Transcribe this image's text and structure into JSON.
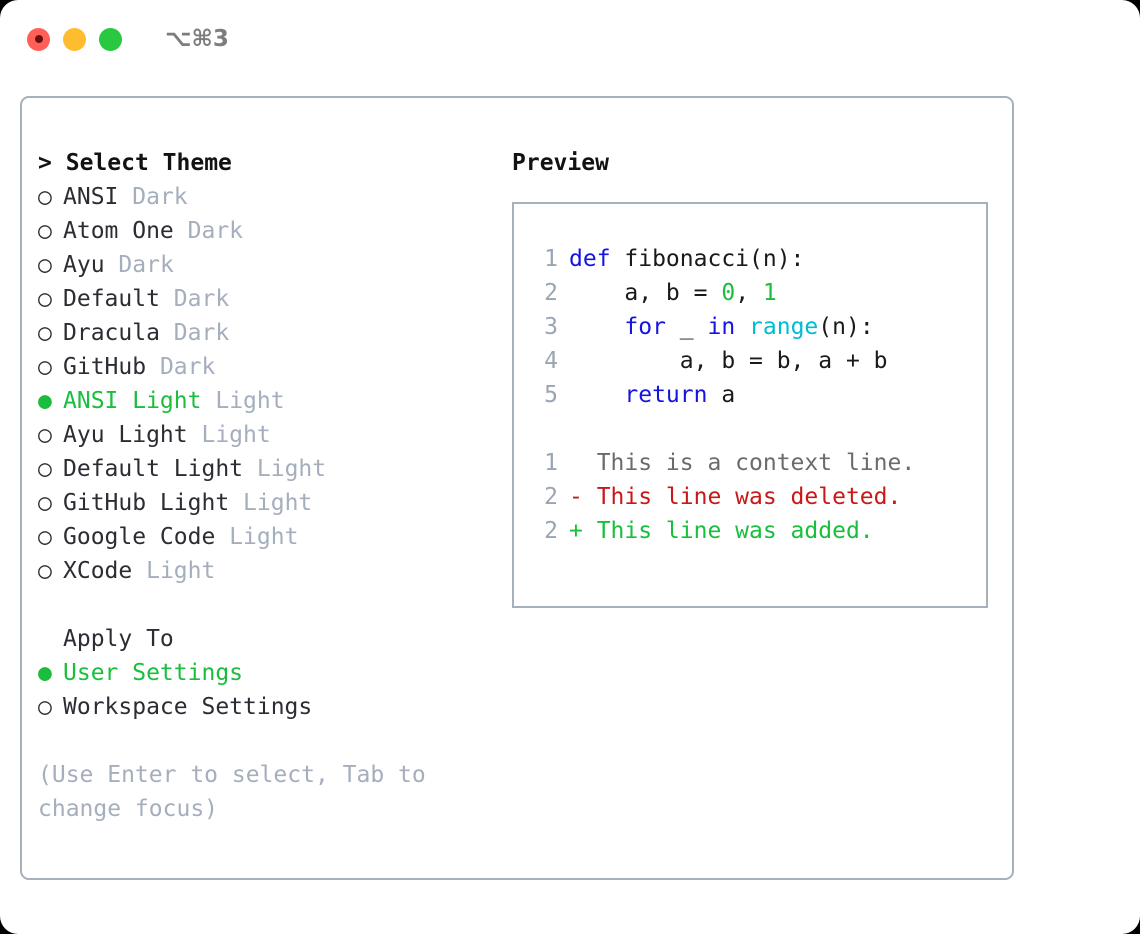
{
  "window": {
    "shortcut": "⌥⌘3",
    "traffic_lights": [
      {
        "name": "close-button",
        "color": "#ff5f57"
      },
      {
        "name": "minimize-button",
        "color": "#febc2e"
      },
      {
        "name": "maximize-button",
        "color": "#28c840"
      }
    ]
  },
  "theme_picker": {
    "header_prompt": ">",
    "header": "Select Theme",
    "items": [
      {
        "marker": "○",
        "name": "ANSI",
        "suffix": "Dark",
        "selected": false
      },
      {
        "marker": "○",
        "name": "Atom One",
        "suffix": "Dark",
        "selected": false
      },
      {
        "marker": "○",
        "name": "Ayu",
        "suffix": "Dark",
        "selected": false
      },
      {
        "marker": "○",
        "name": "Default",
        "suffix": "Dark",
        "selected": false
      },
      {
        "marker": "○",
        "name": "Dracula",
        "suffix": "Dark",
        "selected": false
      },
      {
        "marker": "○",
        "name": "GitHub",
        "suffix": "Dark",
        "selected": false
      },
      {
        "marker": "●",
        "name": "ANSI Light",
        "suffix": "Light",
        "selected": true
      },
      {
        "marker": "○",
        "name": "Ayu Light",
        "suffix": "Light",
        "selected": false
      },
      {
        "marker": "○",
        "name": "Default Light",
        "suffix": "Light",
        "selected": false
      },
      {
        "marker": "○",
        "name": "GitHub Light",
        "suffix": "Light",
        "selected": false
      },
      {
        "marker": "○",
        "name": "Google Code",
        "suffix": "Light",
        "selected": false
      },
      {
        "marker": "○",
        "name": "XCode",
        "suffix": "Light",
        "selected": false
      }
    ]
  },
  "apply_to": {
    "label": "Apply To",
    "options": [
      {
        "marker": "●",
        "name": "User Settings",
        "selected": true
      },
      {
        "marker": "○",
        "name": "Workspace Settings",
        "selected": false
      }
    ]
  },
  "hint": "(Use Enter to select, Tab to change focus)",
  "preview": {
    "title": "Preview",
    "code_lines": [
      {
        "no": "1",
        "tokens": [
          {
            "t": "def ",
            "c": "kw"
          },
          {
            "t": "fibonacci(n):",
            "c": "plain"
          }
        ]
      },
      {
        "no": "2",
        "tokens": [
          {
            "t": "    a, b = ",
            "c": "plain"
          },
          {
            "t": "0",
            "c": "num"
          },
          {
            "t": ", ",
            "c": "plain"
          },
          {
            "t": "1",
            "c": "num"
          }
        ]
      },
      {
        "no": "3",
        "tokens": [
          {
            "t": "    ",
            "c": "plain"
          },
          {
            "t": "for",
            "c": "kw"
          },
          {
            "t": " _ ",
            "c": "plain"
          },
          {
            "t": "in",
            "c": "kw"
          },
          {
            "t": " ",
            "c": "plain"
          },
          {
            "t": "range",
            "c": "fn"
          },
          {
            "t": "(n):",
            "c": "plain"
          }
        ]
      },
      {
        "no": "4",
        "tokens": [
          {
            "t": "        a, b = b, a + b",
            "c": "plain"
          }
        ]
      },
      {
        "no": "5",
        "tokens": [
          {
            "t": "    ",
            "c": "plain"
          },
          {
            "t": "return",
            "c": "kw"
          },
          {
            "t": " a",
            "c": "plain"
          }
        ]
      }
    ],
    "diff_lines": [
      {
        "no": "1",
        "text": "  This is a context line.",
        "kind": "diff-ctx"
      },
      {
        "no": "2",
        "text": "- This line was deleted.",
        "kind": "diff-del"
      },
      {
        "no": "2",
        "text": "+ This line was added.",
        "kind": "diff-add"
      }
    ]
  },
  "colors": {
    "accent_green": "#19bf3c",
    "keyword_blue": "#1414e0",
    "function_cyan": "#00bcd1",
    "muted_gray": "#a4aebd",
    "border": "#a7b0bd",
    "diff_deleted": "#c81818",
    "diff_added": "#19bf3c"
  }
}
